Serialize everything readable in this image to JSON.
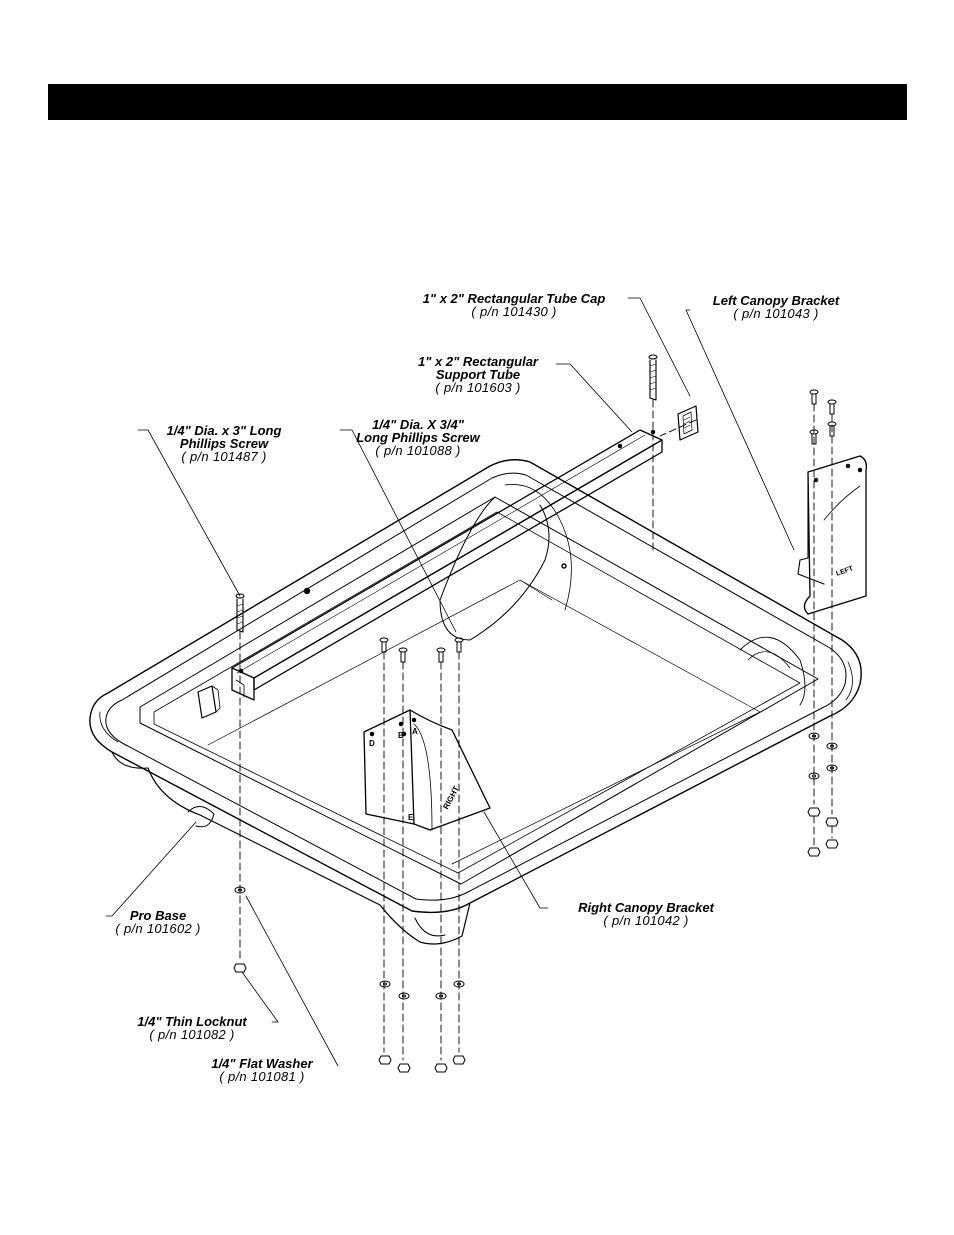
{
  "header": {
    "bar_color": "#000000"
  },
  "parts": {
    "tube_cap": {
      "name": "1\" x 2\" Rectangular Tube Cap",
      "pn": "( p/n 101430 )"
    },
    "left_canopy_bracket": {
      "name": "Left Canopy Bracket",
      "pn": "( p/n 101043 )"
    },
    "support_tube": {
      "name_line1": "1\" x 2\" Rectangular",
      "name_line2": "Support Tube",
      "pn": "( p/n 101603 )"
    },
    "long_screw": {
      "name_line1": "1/4\" Dia. x 3\" Long",
      "name_line2": "Phillips Screw",
      "pn": "( p/n 101487 )"
    },
    "short_screw": {
      "name_line1": "1/4\" Dia. X 3/4\"",
      "name_line2": "Long Phillips Screw",
      "pn": "( p/n 101088 )"
    },
    "pro_base": {
      "name": "Pro Base",
      "pn": "( p/n 101602 )"
    },
    "right_canopy_bracket": {
      "name": "Right Canopy Bracket",
      "pn": "( p/n 101042 )"
    },
    "locknut": {
      "name": "1/4\" Thin Locknut",
      "pn": "( p/n 101082 )"
    },
    "flat_washer": {
      "name": "1/4\" Flat Washer",
      "pn": "( p/n 101081 )"
    }
  },
  "bracket_marks": {
    "right": {
      "side_text": "RIGHT",
      "letters": [
        "D",
        "B",
        "A",
        "E"
      ]
    },
    "left": {
      "side_text": "LEFT"
    }
  }
}
